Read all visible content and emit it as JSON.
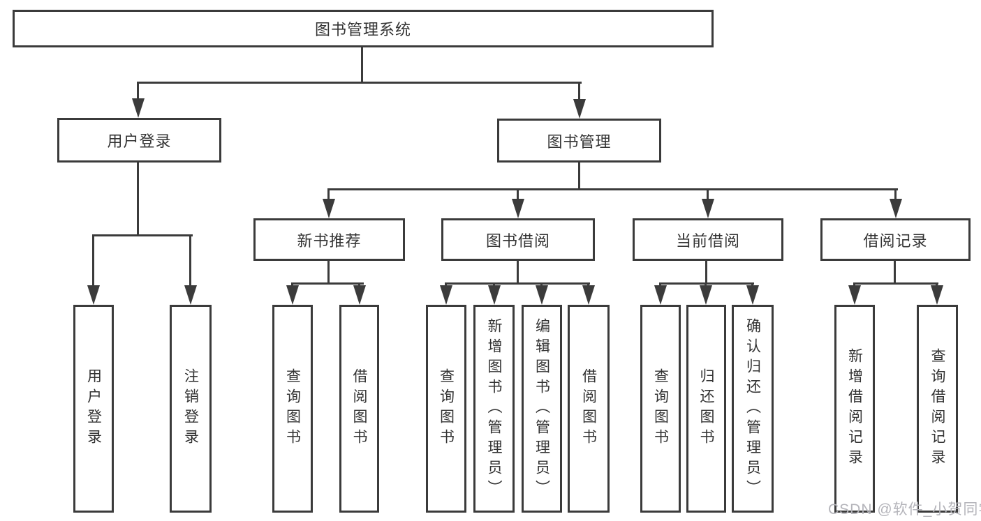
{
  "tree": {
    "label": "图书管理系统",
    "children": [
      {
        "label": "用户登录",
        "children": [
          {
            "label": "用户登录"
          },
          {
            "label": "注销登录"
          }
        ]
      },
      {
        "label": "图书管理",
        "children": [
          {
            "label": "新书推荐",
            "children": [
              {
                "label": "查询图书"
              },
              {
                "label": "借阅图书"
              }
            ]
          },
          {
            "label": "图书借阅",
            "children": [
              {
                "label": "查询图书"
              },
              {
                "label": "新增图书（管理员）"
              },
              {
                "label": "编辑图书（管理员）"
              },
              {
                "label": "借阅图书"
              }
            ]
          },
          {
            "label": "当前借阅",
            "children": [
              {
                "label": "查询图书"
              },
              {
                "label": "归还图书"
              },
              {
                "label": "确认归还（管理员）"
              }
            ]
          },
          {
            "label": "借阅记录",
            "children": [
              {
                "label": "新增借阅记录"
              },
              {
                "label": "查询借阅记录"
              }
            ]
          }
        ]
      }
    ]
  },
  "watermark": "CSDN @软件_小贺同学",
  "colors": {
    "line": "#3b3b3b",
    "text": "#333333",
    "watermark": "#b4b4ba",
    "background": "#ffffff"
  }
}
